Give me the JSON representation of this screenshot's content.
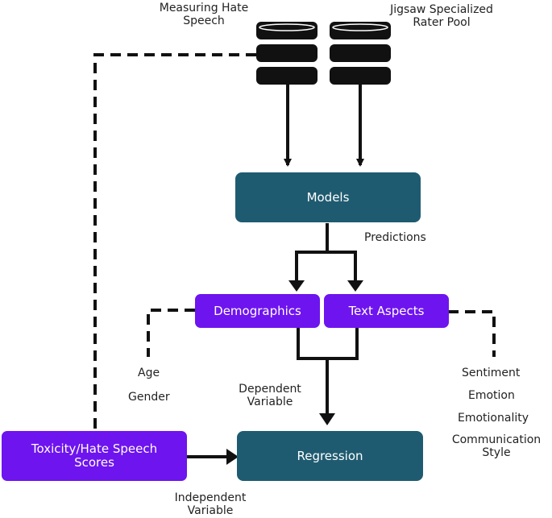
{
  "datasets": [
    {
      "label": "Measuring Hate Speech",
      "icon": "database-icon"
    },
    {
      "label": "Jigsaw Specialized Rater Pool",
      "icon": "database-icon"
    }
  ],
  "nodes": {
    "models": "Models",
    "demographics": "Demographics",
    "text_aspects": "Text Aspects",
    "regression": "Regression",
    "scores": "Toxicity/Hate Speech Scores"
  },
  "edge_labels": {
    "predictions": "Predictions",
    "dependent": "Dependent Variable",
    "independent": "Independent Variable"
  },
  "demographic_items": [
    "Age",
    "Gender"
  ],
  "text_aspect_items": [
    "Sentiment",
    "Emotion",
    "Emotionality",
    "Communication Style"
  ],
  "colors": {
    "teal": "#1f5b70",
    "purple": "#6e14ef",
    "line": "#111111"
  }
}
